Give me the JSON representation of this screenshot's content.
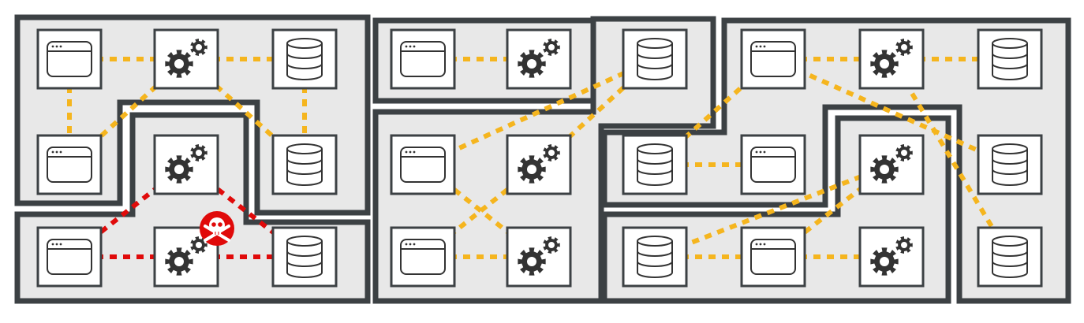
{
  "diagram": {
    "colors": {
      "background": "#ffffff",
      "zone_fill": "#e8e8e8",
      "zone_border": "#3c4144",
      "node_fill": "#ffffff",
      "node_border": "#3c4144",
      "icon_stroke": "#333333",
      "link_normal": "#f5b51e",
      "link_compromised": "#e00a0a",
      "threat_badge": "#e00a0a"
    },
    "node_types": {
      "window": "app-window-icon",
      "gears": "gears-icon",
      "database": "database-icon"
    },
    "threat": {
      "icon": "skull-crossbones-icon",
      "target_node": "gears-r3c2"
    },
    "zone_count": 9,
    "node_count": 30,
    "link_styles": {
      "normal": "dotted",
      "compromised": "dotted-red"
    }
  }
}
